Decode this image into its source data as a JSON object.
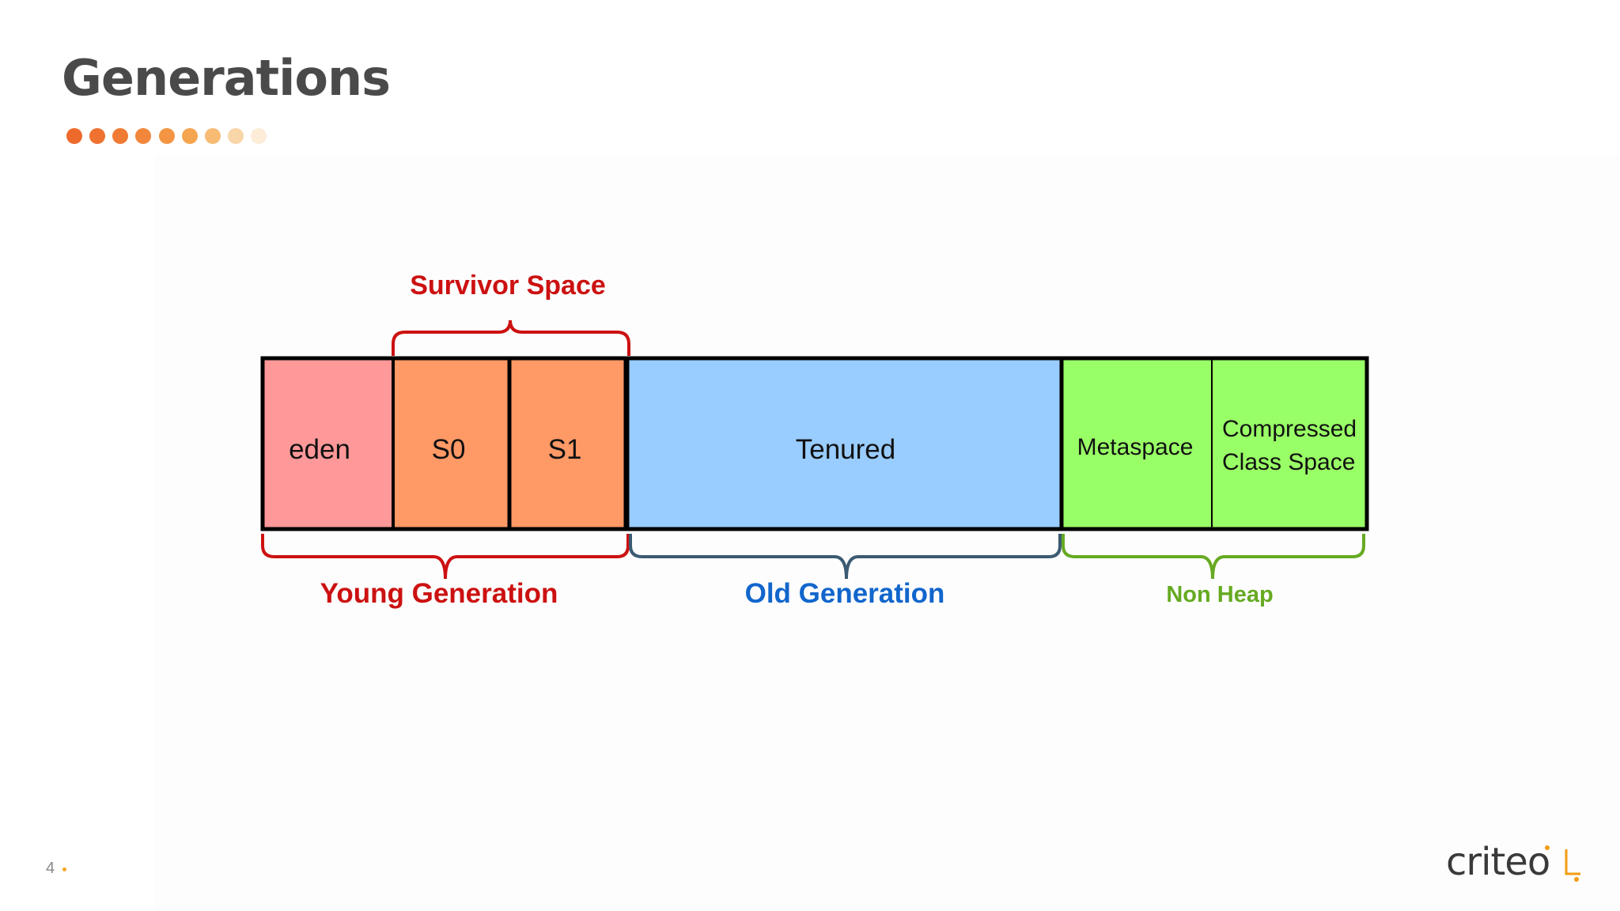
{
  "slide": {
    "title": "Generations",
    "page_number": "4",
    "logo_text": "criteo"
  },
  "title_dots_colors": [
    "#ee6a2b",
    "#ef7230",
    "#f07b35",
    "#f2873b",
    "#f39542",
    "#f5a54f",
    "#f7bb74",
    "#f9d6a8",
    "#fcecd8"
  ],
  "diagram": {
    "top_labels": {
      "survivor_space": "Survivor Space"
    },
    "segments": [
      {
        "id": "eden",
        "label": "eden",
        "color": "#ff9999"
      },
      {
        "id": "s0",
        "label": "S0",
        "color": "#ff9966"
      },
      {
        "id": "s1",
        "label": "S1",
        "color": "#ff9966"
      },
      {
        "id": "tenured",
        "label": "Tenured",
        "color": "#99ccff"
      },
      {
        "id": "metaspace",
        "label": "Metaspace",
        "color": "#99ff66"
      },
      {
        "id": "compressed",
        "label_line1": "Compressed",
        "label_line2": "Class Space",
        "color": "#99ff66"
      }
    ],
    "bottom_labels": {
      "young": "Young Generation",
      "old": "Old Generation",
      "non_heap": "Non Heap"
    },
    "colors": {
      "survivor_brace": "#cc1111",
      "young_brace": "#cc1111",
      "old_brace": "#3b5b72",
      "non_heap_brace": "#66aa22",
      "young_label": "#cc1111",
      "old_label": "#1166cc",
      "non_heap_label": "#66aa22"
    }
  }
}
